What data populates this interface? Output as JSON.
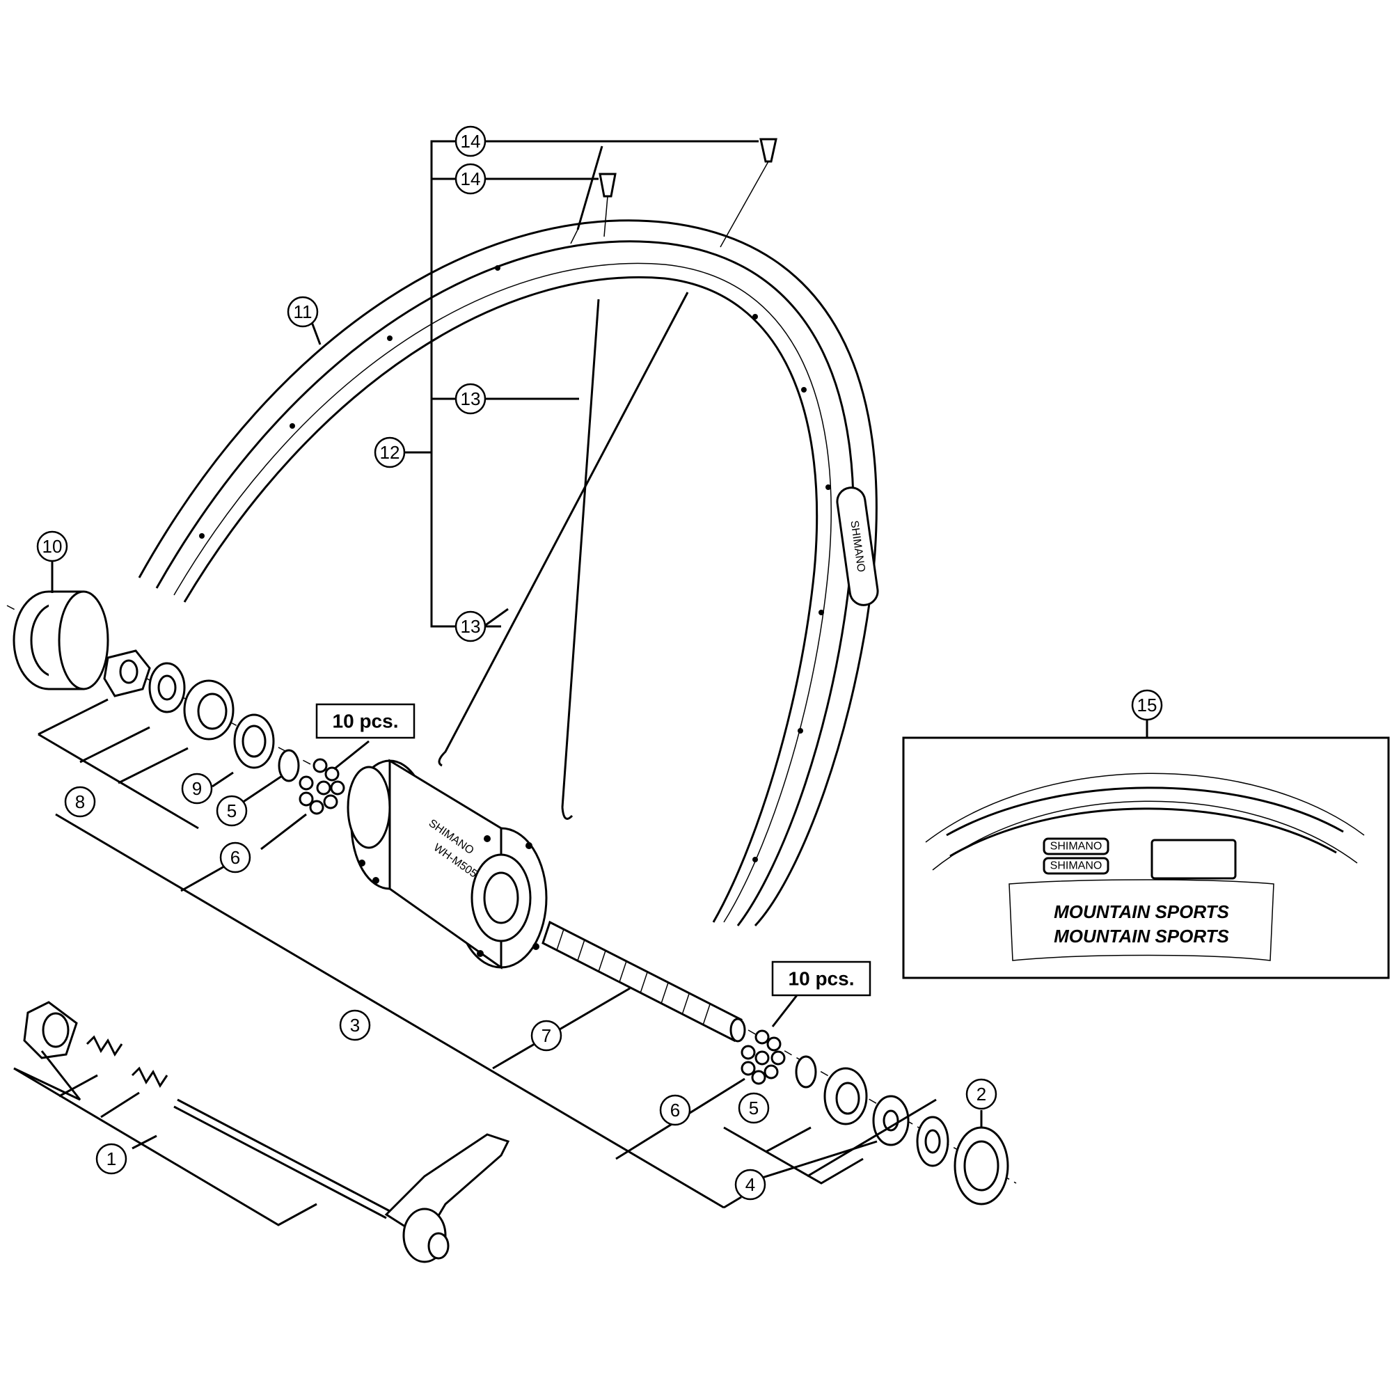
{
  "callouts": {
    "c1": "1",
    "c2": "2",
    "c3": "3",
    "c4": "4",
    "c5a": "5",
    "c5b": "5",
    "c6a": "6",
    "c6b": "6",
    "c7": "7",
    "c8": "8",
    "c9": "9",
    "c10": "10",
    "c11": "11",
    "c12": "12",
    "c13a": "13",
    "c13b": "13",
    "c14a": "14",
    "c14b": "14",
    "c15": "15"
  },
  "quantity_labels": {
    "front_balls": "10 pcs.",
    "rear_balls": "10 pcs."
  },
  "part_markings": {
    "rim_brand": "SHIMANO",
    "hub_model": "WH-M505",
    "hub_brand": "SHIMANO",
    "decal_brand_1": "SHIMANO",
    "decal_brand_2": "SHIMANO",
    "decal_line_1": "MOUNTAIN SPORTS",
    "decal_line_2": "MOUNTAIN SPORTS"
  }
}
